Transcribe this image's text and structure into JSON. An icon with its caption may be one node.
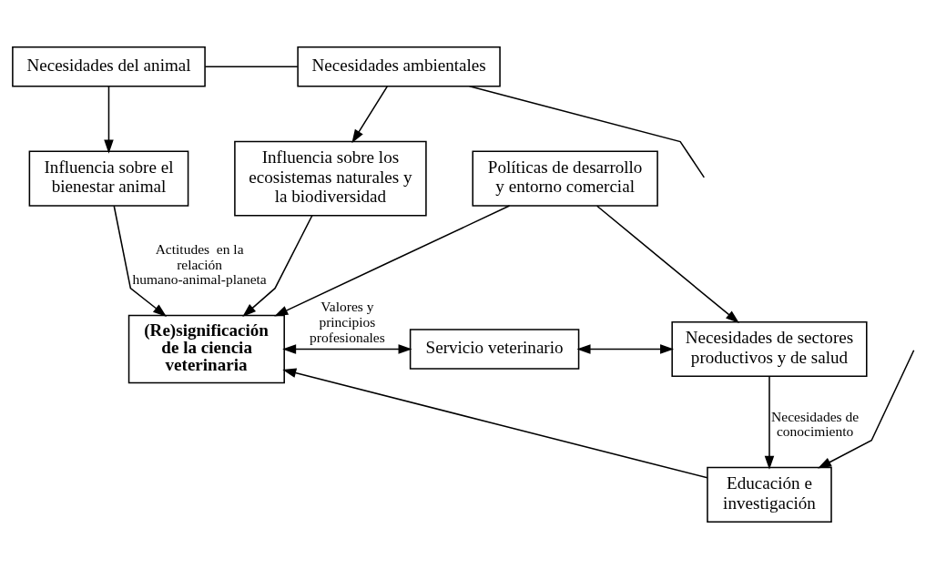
{
  "diagram": {
    "nodes": [
      {
        "text": [
          "Necesidades del animal"
        ]
      },
      {
        "text": [
          "Necesidades ambientales"
        ]
      },
      {
        "text": [
          "Influencia sobre el bienestar animal"
        ]
      },
      {
        "text": [
          "Influencia sobre los ecosistemas naturales y la biodiversidad"
        ]
      },
      {
        "text": [
          "Políticas de desarrollo y entorno comercial"
        ]
      },
      {
        "text": [
          "(Re)significación de la ciencia veterinaria"
        ]
      },
      {
        "text": [
          "Servicio veterinario"
        ]
      },
      {
        "text": [
          "Necesidades de sectores productivos y de salud"
        ]
      },
      {
        "text": [
          "Educación e investigación"
        ]
      }
    ],
    "edges": [
      {
        "from": 0,
        "to": 1,
        "arrow": "none"
      },
      {
        "from": 1,
        "to": null,
        "arrow": "none"
      },
      {
        "from": 0,
        "to": 2,
        "arrow": "to"
      },
      {
        "from": 1,
        "to": 3,
        "arrow": "to"
      },
      {
        "from": 2,
        "to": 5,
        "arrow": "to",
        "label": "Actitudes  en la relación humano-animal-planeta"
      },
      {
        "from": 3,
        "to": 5,
        "arrow": "to"
      },
      {
        "from": 4,
        "to": 5,
        "arrow": "to"
      },
      {
        "from": 4,
        "to": 7,
        "arrow": "to"
      },
      {
        "from": 5,
        "to": 6,
        "arrow": "both",
        "label": "Valores y principios profesionales"
      },
      {
        "from": 6,
        "to": 7,
        "arrow": "both"
      },
      {
        "from": 7,
        "to": 8,
        "arrow": "to",
        "label": "Necesidades de conocimiento"
      },
      {
        "from": null,
        "to": 8,
        "arrow": "to"
      },
      {
        "from": 8,
        "to": 5,
        "arrow": "to"
      }
    ]
  }
}
